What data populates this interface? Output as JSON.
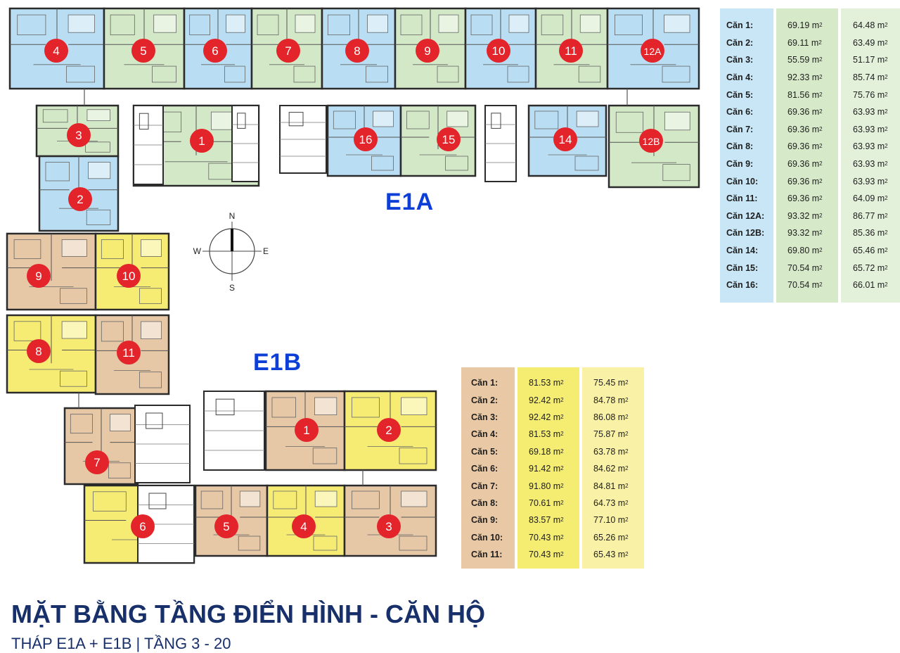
{
  "title": "MẶT BẰNG TẦNG ĐIỂN HÌNH - CĂN HỘ",
  "subtitle": "THÁP E1A + E1B  |  TẦNG 3 - 20",
  "compass": {
    "n": "N",
    "s": "S",
    "e": "E",
    "w": "W"
  },
  "colors": {
    "blue": "#b9def3",
    "green": "#d3e8c6",
    "tan": "#e6c7a6",
    "yellow": "#f6ec74",
    "marker": "#e3242b",
    "tower_label": "#0d3fd6",
    "title": "#18306a",
    "wall": "#2b2b2b"
  },
  "towers": {
    "e1a": {
      "label": "E1A",
      "units": [
        {
          "id": "4",
          "color": "blue"
        },
        {
          "id": "5",
          "color": "green"
        },
        {
          "id": "6",
          "color": "blue"
        },
        {
          "id": "7",
          "color": "green"
        },
        {
          "id": "8",
          "color": "blue"
        },
        {
          "id": "9",
          "color": "green"
        },
        {
          "id": "10",
          "color": "blue"
        },
        {
          "id": "11",
          "color": "green"
        },
        {
          "id": "12A",
          "color": "blue"
        },
        {
          "id": "3",
          "color": "green"
        },
        {
          "id": "2",
          "color": "blue"
        },
        {
          "id": "1",
          "color": "green"
        },
        {
          "id": "16",
          "color": "blue"
        },
        {
          "id": "15",
          "color": "green"
        },
        {
          "id": "14",
          "color": "blue"
        },
        {
          "id": "12B",
          "color": "green"
        }
      ],
      "areas": [
        {
          "label": "Căn 1:",
          "a": "69.19",
          "b": "64.48"
        },
        {
          "label": "Căn 2:",
          "a": "69.11",
          "b": "63.49"
        },
        {
          "label": "Căn 3:",
          "a": "55.59",
          "b": "51.17"
        },
        {
          "label": "Căn 4:",
          "a": "92.33",
          "b": "85.74"
        },
        {
          "label": "Căn 5:",
          "a": "81.56",
          "b": "75.76"
        },
        {
          "label": "Căn 6:",
          "a": "69.36",
          "b": "63.93"
        },
        {
          "label": "Căn 7:",
          "a": "69.36",
          "b": "63.93"
        },
        {
          "label": "Căn 8:",
          "a": "69.36",
          "b": "63.93"
        },
        {
          "label": "Căn 9:",
          "a": "69.36",
          "b": "63.93"
        },
        {
          "label": "Căn 10:",
          "a": "69.36",
          "b": "63.93"
        },
        {
          "label": "Căn 11:",
          "a": "69.36",
          "b": "64.09"
        },
        {
          "label": "Căn 12A:",
          "a": "93.32",
          "b": "86.77"
        },
        {
          "label": "Căn 12B:",
          "a": "93.32",
          "b": "85.36"
        },
        {
          "label": "Căn 14:",
          "a": "69.80",
          "b": "65.46"
        },
        {
          "label": "Căn 15:",
          "a": "70.54",
          "b": "65.72"
        },
        {
          "label": "Căn 16:",
          "a": "70.54",
          "b": "66.01"
        }
      ]
    },
    "e1b": {
      "label": "E1B",
      "units": [
        {
          "id": "9",
          "color": "tan"
        },
        {
          "id": "10",
          "color": "yellow"
        },
        {
          "id": "8",
          "color": "yellow"
        },
        {
          "id": "11",
          "color": "tan"
        },
        {
          "id": "7",
          "color": "tan"
        },
        {
          "id": "1",
          "color": "tan"
        },
        {
          "id": "2",
          "color": "yellow"
        },
        {
          "id": "6",
          "color": "yellow"
        },
        {
          "id": "5",
          "color": "tan"
        },
        {
          "id": "4",
          "color": "yellow"
        },
        {
          "id": "3",
          "color": "tan"
        }
      ],
      "areas": [
        {
          "label": "Căn 1:",
          "a": "81.53",
          "b": "75.45"
        },
        {
          "label": "Căn 2:",
          "a": "92.42",
          "b": "84.78"
        },
        {
          "label": "Căn 3:",
          "a": "92.42",
          "b": "86.08"
        },
        {
          "label": "Căn 4:",
          "a": "81.53",
          "b": "75.87"
        },
        {
          "label": "Căn 5:",
          "a": "69.18",
          "b": "63.78"
        },
        {
          "label": "Căn 6:",
          "a": "91.42",
          "b": "84.62"
        },
        {
          "label": "Căn 7:",
          "a": "91.80",
          "b": "84.81"
        },
        {
          "label": "Căn 8:",
          "a": "70.61",
          "b": "64.73"
        },
        {
          "label": "Căn 9:",
          "a": "83.57",
          "b": "77.10"
        },
        {
          "label": "Căn 10:",
          "a": "70.43",
          "b": "65.26"
        },
        {
          "label": "Căn 11:",
          "a": "70.43",
          "b": "65.43"
        }
      ]
    }
  },
  "unit_suffix": "m",
  "unit_power": "2"
}
